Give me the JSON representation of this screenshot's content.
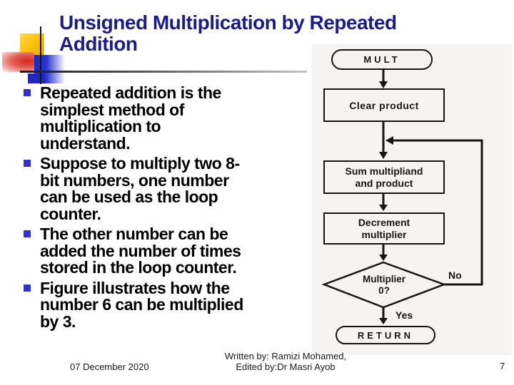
{
  "slide": {
    "title": "Unsigned Multiplication by Repeated Addition",
    "bullets": [
      {
        "lines": [
          "Repeated addition is the",
          "simplest method of",
          "multiplication to",
          "understand."
        ]
      },
      {
        "lines": [
          "Suppose to multiply two 8-",
          "bit numbers, one number",
          "can be used as the loop",
          "counter."
        ]
      },
      {
        "lines": [
          "The other number can be",
          "added the number of times",
          "stored in the loop counter."
        ]
      },
      {
        "lines": [
          "Figure illustrates how the",
          "number 6 can be multiplied",
          "by 3."
        ]
      }
    ],
    "footer": {
      "date": "07 December 2020",
      "credit_line1": "Written by: Ramizi Mohamed,",
      "credit_line2": "Edited by:Dr Masri Ayob",
      "page_number": "7"
    }
  },
  "flowchart": {
    "nodes": {
      "start": {
        "type": "terminator",
        "label": "MULT"
      },
      "clear": {
        "type": "process",
        "label": "Clear product"
      },
      "sum": {
        "type": "process",
        "line1": "Sum multipliand",
        "line2": "and product"
      },
      "decrement": {
        "type": "process",
        "line1": "Decrement",
        "line2": "multiplier"
      },
      "decision": {
        "type": "decision",
        "line1": "Multiplier",
        "line2": "0?"
      },
      "return": {
        "type": "terminator",
        "label": "RETURN"
      }
    },
    "edge_labels": {
      "no": "No",
      "yes": "Yes"
    }
  },
  "colors": {
    "title_text": "#1c1c85",
    "bullet_marker": "#3333cc",
    "body_text": "#000000",
    "accent_yellow": "#fcc40c",
    "accent_red": "#d5281b",
    "accent_blue": "#2127bd",
    "figure_ink": "#151515",
    "figure_background": "#f5f4f1"
  }
}
